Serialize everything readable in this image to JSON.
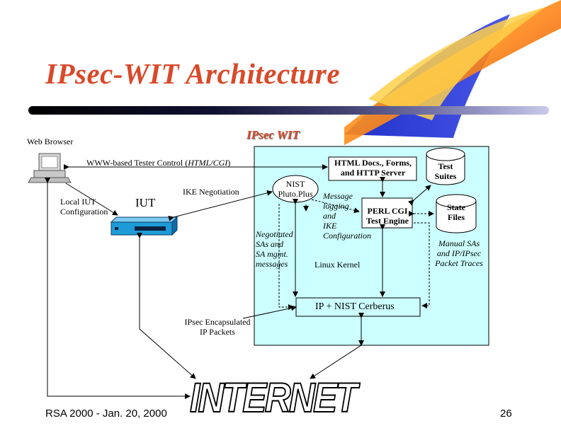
{
  "slide": {
    "title": "IPsec-WIT Architecture",
    "footer_left": "RSA 2000 - Jan. 20, 2000",
    "page_number": "26"
  },
  "diagram": {
    "web_browser": "Web Browser",
    "ipsec_wit": "IPsec WIT",
    "www_tester_control": "WWW-based Tester Control (",
    "www_tester_control_ital": "HTML/CGI",
    "www_tester_control_end": ")",
    "local_iut_1": "Local IUT",
    "local_iut_2": "Configuration",
    "iut": "IUT",
    "ike_negotiation": "IKE Negotiation",
    "nist_pluto_1": "NIST",
    "nist_pluto_2": "Pluto.Plus",
    "html_server_1": "HTML Docs., Forms,",
    "html_server_2": "and HTTP Server",
    "test_suites_1": "Test",
    "test_suites_2": "Suites",
    "state_files_1": "State",
    "state_files_2": "Files",
    "message_logging": [
      "Message",
      "logging",
      "and",
      "IKE",
      "Configuration"
    ],
    "perl_cgi_1": "PERL CGI",
    "perl_cgi_2": "Test Engine",
    "negotiated_sas": [
      "Negotiated",
      "SAs and",
      "SA mgmt.",
      "messages"
    ],
    "linux_kernel": "Linux Kernel",
    "manual_sas": [
      "Manual SAs",
      "and IP/IPsec",
      "Packet Traces"
    ],
    "ip_cerberus_1": "IP + ",
    "ip_cerberus_2": "NIST Cerberus",
    "ipsec_encap_1": "IPsec Encapsulated",
    "ipsec_encap_2": "IP Packets",
    "internet": "INTERNET"
  },
  "colors": {
    "title": "#d84a2a",
    "panel_fill": "#ccffff",
    "router_blue": "#1e9bd6",
    "arrow": "#000000"
  }
}
